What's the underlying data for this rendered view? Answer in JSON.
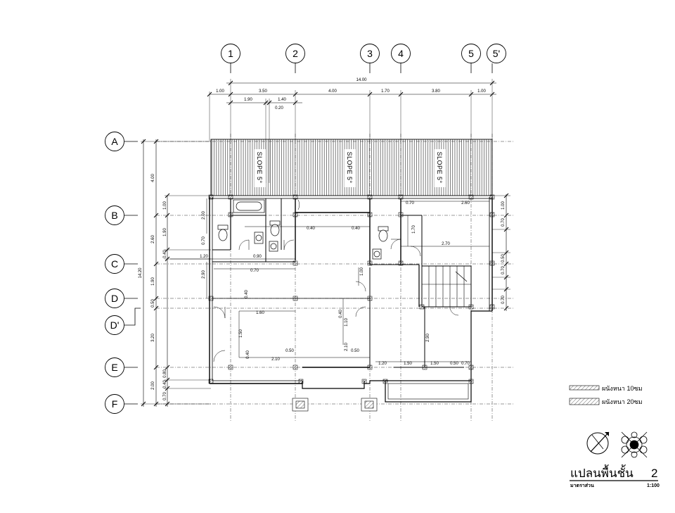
{
  "grid_columns": [
    "1",
    "2",
    "3",
    "4",
    "5",
    "5'"
  ],
  "grid_rows": [
    "A",
    "B",
    "C",
    "D",
    "D'",
    "E",
    "F"
  ],
  "overall_width": "14.00",
  "overall_depth": "14.20",
  "top_dims": [
    "1.00",
    "3.50",
    "4.00",
    "1.70",
    "3.80",
    "1.00"
  ],
  "top_sub_dims": [
    "1.90",
    "1.40",
    "0.20"
  ],
  "left_dims_outer": [
    "4.00",
    "2.60",
    "1.90",
    "3.20",
    "2.00"
  ],
  "left_dims_inner": [
    "1.00",
    "1.90",
    "0.40",
    "0.50",
    "0.80",
    "0.40",
    "0.70"
  ],
  "right_dims": [
    "1.00",
    "0.70",
    "0.50",
    "0.70",
    "0.70"
  ],
  "interior_dims": [
    "2.00",
    "0.70",
    "1.20",
    "0.90",
    "0.40",
    "0.40",
    "0.70",
    "2.60",
    "1.70",
    "2.70",
    "2.90",
    "0.70",
    "1.00",
    "0.40",
    "1.60",
    "0.40",
    "1.10",
    "1.50",
    "0.40",
    "2.10",
    "0.50",
    "2.10",
    "0.50",
    "1.20",
    "1.50",
    "1.50",
    "0.50",
    "0.70",
    "2.90"
  ],
  "slope_labels": [
    "SLOPE 5°",
    "SLOPE 5°",
    "SLOPE 5°"
  ],
  "legend": [
    {
      "label": "ผนังหนา 10ซม"
    },
    {
      "label": "ผนังหนา 20ซม"
    }
  ],
  "title": "แปลนพื้นชั้น",
  "sheet_number": "2",
  "scale_label": "มาตราส่วน",
  "scale_value": "1:100"
}
